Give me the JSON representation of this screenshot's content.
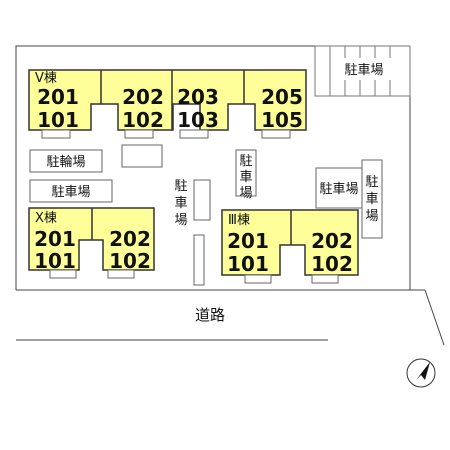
{
  "buildings": {
    "V": {
      "name": "Ⅴ棟",
      "units": [
        {
          "upper": "201",
          "lower": "101"
        },
        {
          "upper": "202",
          "lower": "102"
        },
        {
          "upper": "203",
          "lower": "103"
        },
        {
          "upper": "205",
          "lower": "105"
        }
      ]
    },
    "X": {
      "name": "Ⅹ棟",
      "units": [
        {
          "upper": "201",
          "lower": "101"
        },
        {
          "upper": "202",
          "lower": "102"
        }
      ]
    },
    "III": {
      "name": "Ⅲ棟",
      "units": [
        {
          "upper": "201",
          "lower": "101"
        },
        {
          "upper": "202",
          "lower": "102"
        }
      ]
    }
  },
  "labels": {
    "parking": "駐車場",
    "bicycle_parking": "駐輪場",
    "road": "道路"
  },
  "colors": {
    "building_fill": "#ffff99",
    "line": "#333333"
  },
  "north_arrow": "north-arrow-icon"
}
